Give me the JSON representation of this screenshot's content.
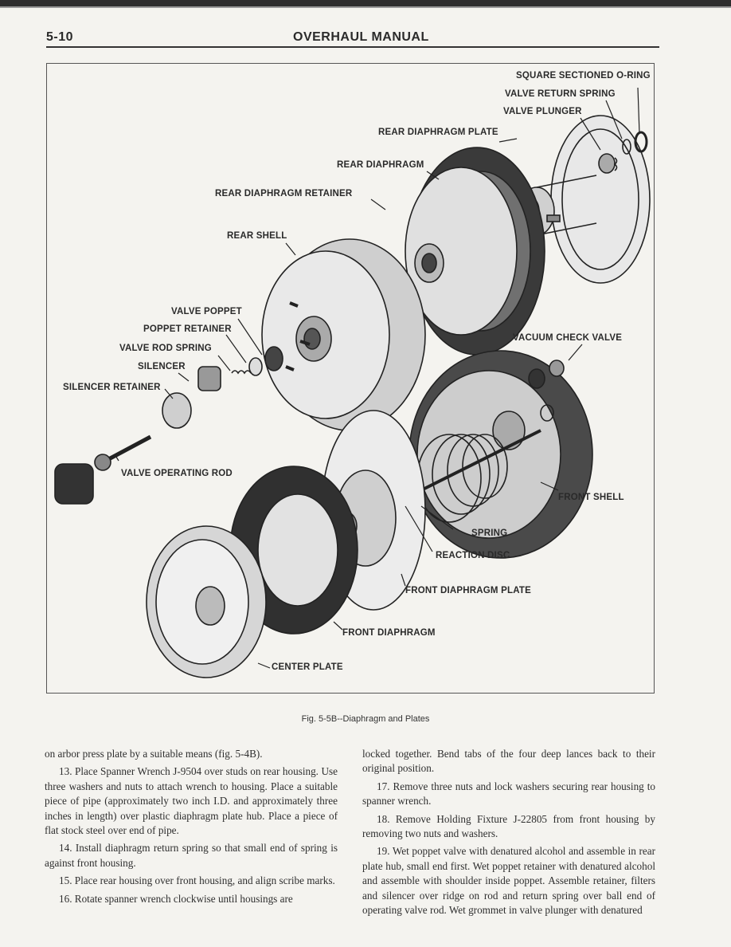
{
  "header": {
    "page_number": "5-10",
    "title": "OVERHAUL MANUAL"
  },
  "figure": {
    "labels": {
      "square_o_ring": "SQUARE SECTIONED O-RING",
      "valve_return_spring": "VALVE RETURN SPRING",
      "valve_plunger": "VALVE PLUNGER",
      "rear_diaphragm_plate": "REAR DIAPHRAGM PLATE",
      "rear_diaphragm": "REAR DIAPHRAGM",
      "rear_diaphragm_retainer": "REAR DIAPHRAGM RETAINER",
      "rear_shell": "REAR SHELL",
      "valve_poppet": "VALVE POPPET",
      "poppet_retainer": "POPPET RETAINER",
      "valve_rod_spring": "VALVE ROD SPRING",
      "silencer": "SILENCER",
      "silencer_retainer": "SILENCER RETAINER",
      "vacuum_check_valve": "VACUUM CHECK VALVE",
      "valve_operating_rod": "VALVE OPERATING ROD",
      "front_shell": "FRONT SHELL",
      "spring": "SPRING",
      "reaction_disc": "REACTION DISC",
      "front_diaphragm_plate": "FRONT DIAPHRAGM PLATE",
      "front_diaphragm": "FRONT DIAPHRAGM",
      "center_plate": "CENTER PLATE"
    },
    "caption": "Fig. 5-5B--Diaphragm and Plates"
  },
  "text": {
    "left": [
      "on arbor press plate by a suitable means (fig. 5-4B).",
      "13. Place Spanner Wrench J-9504 over studs on rear housing. Use three washers and nuts to attach wrench to housing. Place a suitable piece of pipe (approximately two inch I.D. and approximately three inches in length) over plastic diaphragm plate hub. Place a piece of flat stock steel over end of pipe.",
      "14. Install diaphragm return spring so that small end of spring is against front housing.",
      "15. Place rear housing over front housing, and align scribe marks.",
      "16. Rotate spanner wrench clockwise until housings are"
    ],
    "right": [
      "locked together. Bend tabs of the four deep lances back to their original position.",
      "17. Remove three nuts and lock washers securing rear housing to spanner wrench.",
      "18. Remove Holding Fixture J-22805 from front housing by removing two nuts and washers.",
      "19. Wet poppet valve with denatured alcohol and assemble in rear plate hub, small end first. Wet poppet retainer with denatured alcohol and assemble with shoulder inside poppet. Assemble retainer, filters and silencer over ridge on rod and return spring over ball end of operating valve rod. Wet grommet in valve plunger with denatured"
    ]
  }
}
